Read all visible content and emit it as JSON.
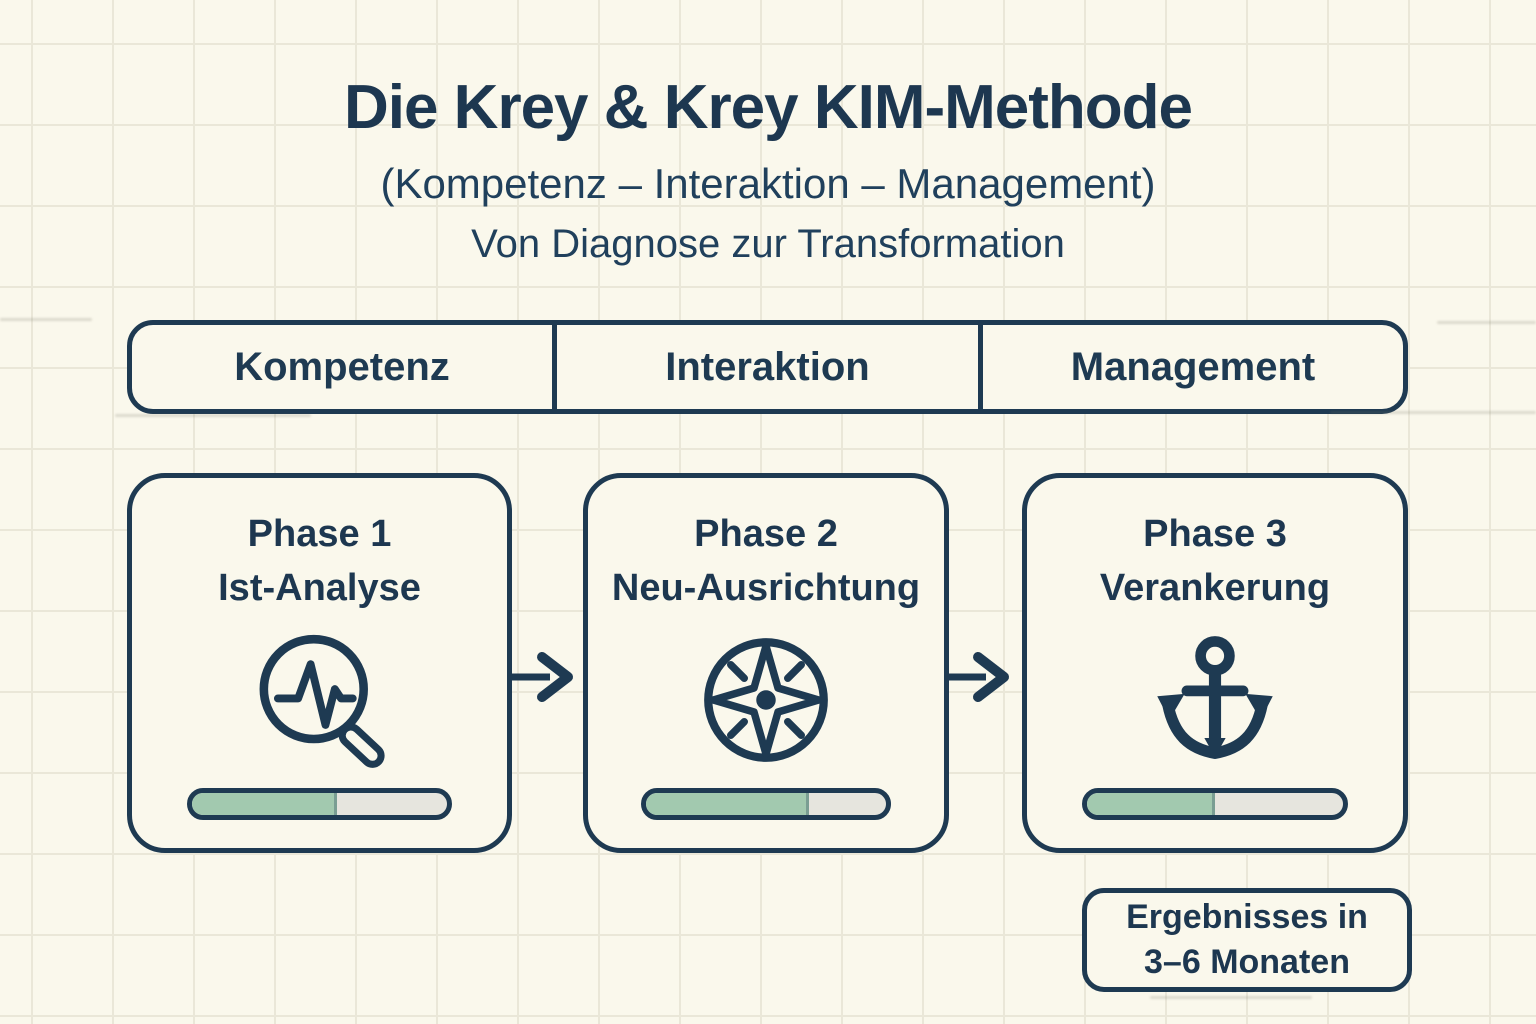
{
  "header": {
    "title": "Die Krey & Krey KIM-Methode",
    "subtitle": "(Kompetenz – Interaktion – Management)",
    "tagline": "Von Diagnose zur Transformation"
  },
  "pillars": [
    {
      "label": "Kompetenz"
    },
    {
      "label": "Interaktion"
    },
    {
      "label": "Management"
    }
  ],
  "phases": [
    {
      "phase": "Phase 1",
      "name": "Ist-Analyse",
      "icon": "magnifier-pulse-icon",
      "progress_percent": 57
    },
    {
      "phase": "Phase 2",
      "name": "Neu-Ausrichtung",
      "icon": "compass-icon",
      "progress_percent": 68
    },
    {
      "phase": "Phase 3",
      "name": "Verankerung",
      "icon": "anchor-icon",
      "progress_percent": 50
    }
  ],
  "result_box": {
    "line1": "Ergebnisses in",
    "line2": "3–6 Monaten"
  },
  "colors": {
    "ink": "#1e3a52",
    "background": "#faf8ec",
    "grid_line": "#eae7d8",
    "progress_fill": "#a2c9af",
    "progress_track": "#e6e5de"
  }
}
